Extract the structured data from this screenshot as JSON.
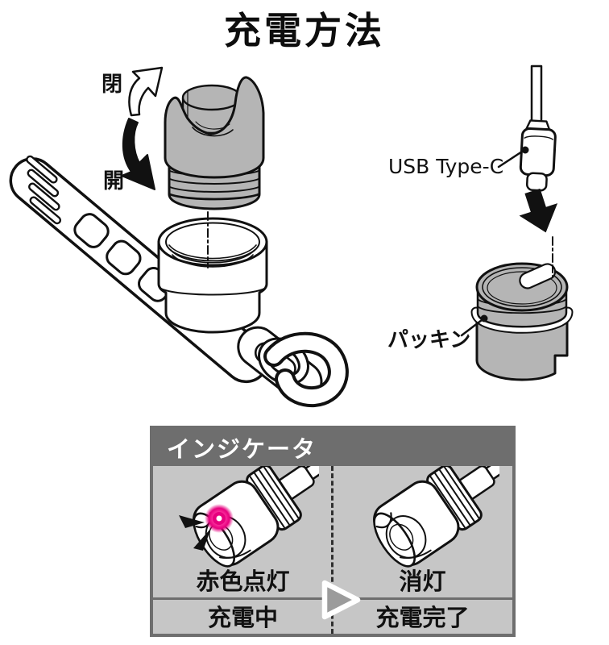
{
  "title": "充電方法",
  "diagram": {
    "close_label": "閉",
    "open_label": "開",
    "usb_label": "USB Type-C",
    "gasket_label": "パッキン"
  },
  "indicator": {
    "header": "インジケータ",
    "charging": {
      "state": "赤色点灯",
      "phase": "充電中"
    },
    "complete": {
      "state": "消灯",
      "phase": "充電完了"
    }
  },
  "colors": {
    "panel_header": "#6e6e6e",
    "panel_body": "#c6c6c6",
    "illustration_gray": "#b5b5b5",
    "led": "#e6007e"
  }
}
